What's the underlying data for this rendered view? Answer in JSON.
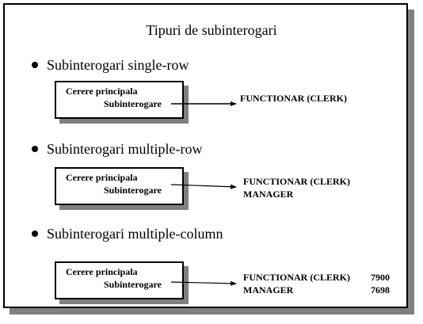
{
  "title": "Tipuri de subinterogari",
  "sections": [
    {
      "heading": "Subinterogari single-row",
      "main_query": "Cerere principala",
      "subquery": "Subinterogare",
      "results": [
        {
          "text": "FUNCTIONAR (CLERK)"
        }
      ]
    },
    {
      "heading": "Subinterogari multiple-row",
      "main_query": "Cerere principala",
      "subquery": "Subinterogare",
      "results": [
        {
          "text": "FUNCTIONAR (CLERK)"
        },
        {
          "text": "MANAGER"
        }
      ]
    },
    {
      "heading": "Subinterogari multiple-column",
      "main_query": "Cerere principala",
      "subquery": "Subinterogare",
      "results": [
        {
          "text": "FUNCTIONAR (CLERK)",
          "value": "7900"
        },
        {
          "text": "MANAGER",
          "value": "7698"
        }
      ]
    }
  ]
}
